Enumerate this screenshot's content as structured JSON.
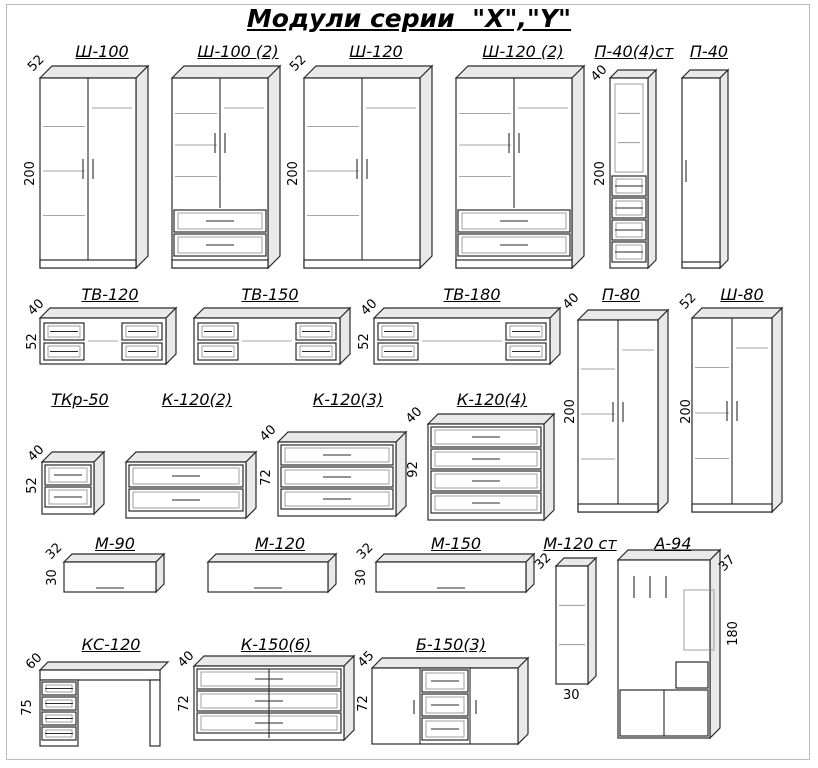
{
  "title": "Модули серии  \"X\",\"Y\"",
  "modules": [
    {
      "id": "sh100",
      "name": "Ш-100",
      "dims": [
        "52",
        "200"
      ]
    },
    {
      "id": "sh100-2",
      "name": "Ш-100 (2)",
      "dims": []
    },
    {
      "id": "sh120",
      "name": "Ш-120",
      "dims": [
        "52",
        "200"
      ]
    },
    {
      "id": "sh120-2",
      "name": "Ш-120 (2)",
      "dims": []
    },
    {
      "id": "p40-4st",
      "name": "П-40(4)ст",
      "dims": [
        "40",
        "200"
      ]
    },
    {
      "id": "p40",
      "name": "П-40",
      "dims": []
    },
    {
      "id": "tv120",
      "name": "ТВ-120",
      "dims": [
        "40",
        "52"
      ]
    },
    {
      "id": "tv150",
      "name": "ТВ-150",
      "dims": []
    },
    {
      "id": "tv180",
      "name": "ТВ-180",
      "dims": [
        "40",
        "52"
      ]
    },
    {
      "id": "p80",
      "name": "П-80",
      "dims": [
        "40",
        "200"
      ]
    },
    {
      "id": "sh80",
      "name": "Ш-80",
      "dims": [
        "52",
        "200"
      ]
    },
    {
      "id": "tkr50",
      "name": "ТКр-50",
      "dims": [
        "40",
        "52"
      ]
    },
    {
      "id": "k120-2",
      "name": "К-120(2)",
      "dims": []
    },
    {
      "id": "k120-3",
      "name": "К-120(3)",
      "dims": [
        "40",
        "72"
      ]
    },
    {
      "id": "k120-4",
      "name": "К-120(4)",
      "dims": [
        "40",
        "92"
      ]
    },
    {
      "id": "m90",
      "name": "М-90",
      "dims": [
        "32",
        "30"
      ]
    },
    {
      "id": "m120",
      "name": "М-120",
      "dims": []
    },
    {
      "id": "m150",
      "name": "М-150",
      "dims": [
        "32",
        "30"
      ]
    },
    {
      "id": "m120st",
      "name": "М-120 ст",
      "dims": [
        "32",
        "30"
      ]
    },
    {
      "id": "a94",
      "name": "А-94",
      "dims": [
        "37",
        "180"
      ]
    },
    {
      "id": "ks120",
      "name": "КС-120",
      "dims": [
        "60",
        "75"
      ]
    },
    {
      "id": "k150-6",
      "name": "К-150(6)",
      "dims": [
        "40",
        "72"
      ]
    },
    {
      "id": "b150-3",
      "name": "Б-150(3)",
      "dims": [
        "45",
        "72"
      ]
    }
  ]
}
